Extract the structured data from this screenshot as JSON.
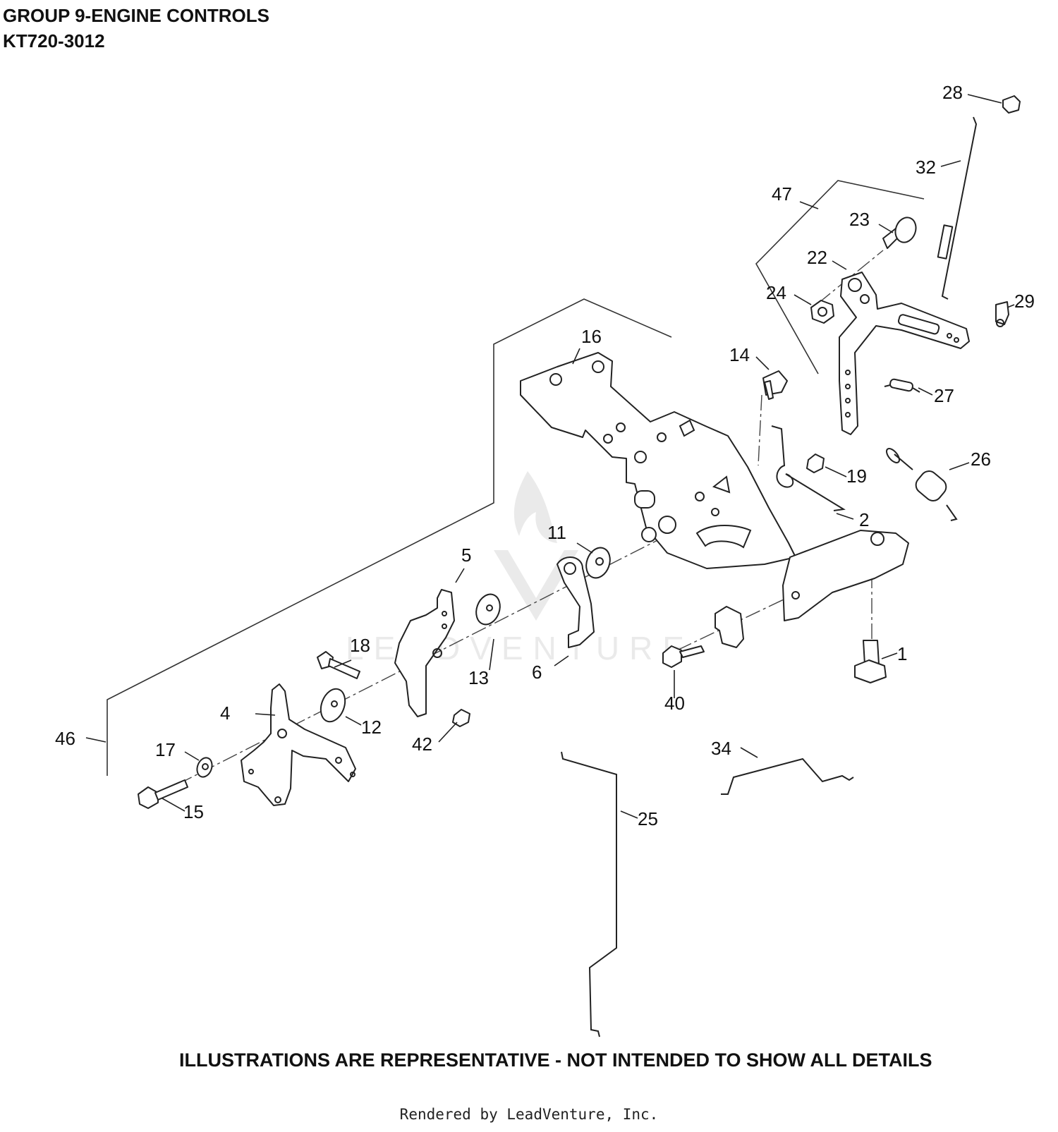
{
  "header": {
    "title": "GROUP 9-ENGINE CONTROLS",
    "model": "KT720-3012"
  },
  "disclaimer": "ILLUSTRATIONS ARE REPRESENTATIVE - NOT INTENDED TO SHOW ALL DETAILS",
  "footer": "Rendered by LeadVenture, Inc.",
  "watermark": "LEADVENTURE",
  "callouts": [
    "1",
    "2",
    "4",
    "5",
    "6",
    "11",
    "12",
    "13",
    "14",
    "15",
    "16",
    "17",
    "18",
    "19",
    "22",
    "23",
    "24",
    "25",
    "26",
    "27",
    "28",
    "29",
    "32",
    "34",
    "40",
    "42",
    "46",
    "47"
  ]
}
